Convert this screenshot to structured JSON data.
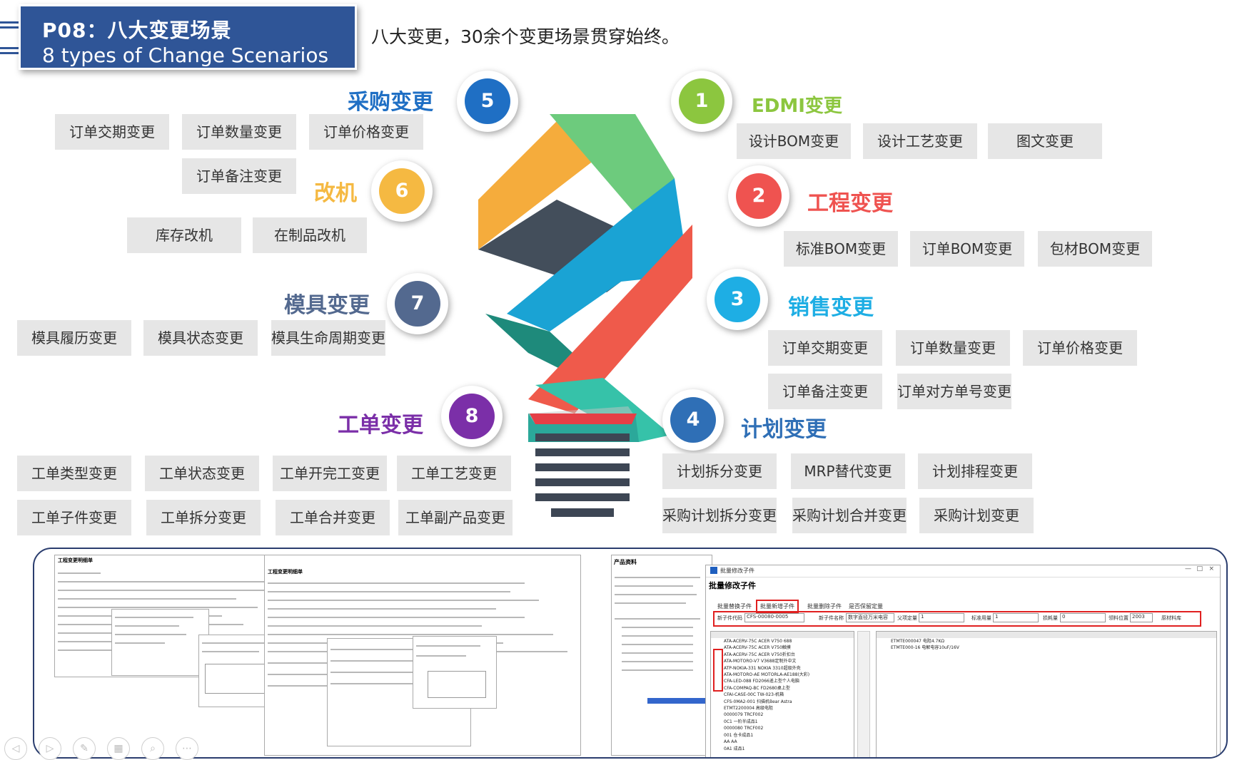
{
  "title": {
    "zh": "P08：八大变更场景",
    "en": "8 types of Change Scenarios"
  },
  "subtitle": "八大变更，30余个变更场景贯穿始终。",
  "categories": {
    "c1": {
      "num": "1",
      "label": "EDMI变更",
      "color": "#8cc63f"
    },
    "c2": {
      "num": "2",
      "label": "工程变更",
      "color": "#ef5350"
    },
    "c3": {
      "num": "3",
      "label": "销售变更",
      "color": "#1eaee4"
    },
    "c4": {
      "num": "4",
      "label": "计划变更",
      "color": "#2f6fb6"
    },
    "c5": {
      "num": "5",
      "label": "采购变更",
      "color": "#1f6fc4"
    },
    "c6": {
      "num": "6",
      "label": "改机",
      "color": "#f5b942"
    },
    "c7": {
      "num": "7",
      "label": "模具变更",
      "color": "#53698f"
    },
    "c8": {
      "num": "8",
      "label": "工单变更",
      "color": "#7b2fa8"
    }
  },
  "tags": {
    "purchase": [
      "订单交期变更",
      "订单数量变更",
      "订单价格变更",
      "订单备注变更"
    ],
    "retrofit": [
      "库存改机",
      "在制品改机"
    ],
    "mold": [
      "模具履历变更",
      "模具状态变更",
      "模具生命周期变更"
    ],
    "workorder": [
      "工单类型变更",
      "工单状态变更",
      "工单开完工变更",
      "工单工艺变更",
      "工单子件变更",
      "工单拆分变更",
      "工单合并变更",
      "工单副产品变更"
    ],
    "edmi": [
      "设计BOM变更",
      "设计工艺变更",
      "图文变更"
    ],
    "engineering": [
      "标准BOM变更",
      "订单BOM变更",
      "包材BOM变更"
    ],
    "sales": [
      "订单交期变更",
      "订单数量变更",
      "订单价格变更",
      "订单备注变更",
      "订单对方单号变更"
    ],
    "plan": [
      "计划拆分变更",
      "MRP替代变更",
      "计划排程变更",
      "采购计划拆分变更",
      "采购计划合并变更",
      "采购计划变更"
    ]
  },
  "screens": {
    "left_title": "工程变更明细单",
    "mid_title": "工程变更明细单",
    "product_title": "产品资料",
    "batch_window": "批量修改子件",
    "batch_header": "批量修改子件",
    "opt_replace": "批量替换子件",
    "opt_add": "批量新增子件",
    "opt_delete": "批量删除子件",
    "opt_cross": "是否保留定量",
    "field_child": "新子件代码",
    "field_child_val": "CFS-00080-0005",
    "field_name": "新子件名称",
    "field_name_val": "数字直径万米电容",
    "field_parent": "父项定量",
    "field_parent_val": "1",
    "field_std": "标准用量",
    "field_std_val": "1",
    "field_loss": "损耗量",
    "field_loss_val": "0",
    "field_pos": "领料位置",
    "field_pos_val": "2003",
    "field_type": "原材料库",
    "table_rows": [
      "ATA-ACERV-75C ACER V750 688",
      "ATA-ACERV-75C ACER V750触摸",
      "ATA-ACERV-75C ACER V750折扣台",
      "ATA-MOTORO-V7 V3688定制外中文",
      "ATP-NOKIA-331 NOKIA 3310超级外壳",
      "ATA-MOTORO-AE MOTORLA-AE188(大彩)",
      "CFA-LED-088 FD2066遥上型个人电脑",
      "CFA-COMPAQ-BC FD2680桌上型",
      "CFAI-CASE-00C TW-023-机箱",
      "CFS-0MA2-001 扫描机Bear Astra",
      "ETMT2200004 高级电阻",
      "0000079 TRCF002",
      "0C1 一阶半成品1",
      "0000080 TRCF002",
      "001 仓卡成品1",
      "AA AA",
      "0A1 成品1"
    ],
    "right_rows": [
      "ETMTE000047 电阻4.7KΩ",
      "ETMTE000-16 电解电容10uF/16V"
    ]
  },
  "toolbar": [
    "◁",
    "▷",
    "✎",
    "▦",
    "⌕",
    "⋯"
  ]
}
